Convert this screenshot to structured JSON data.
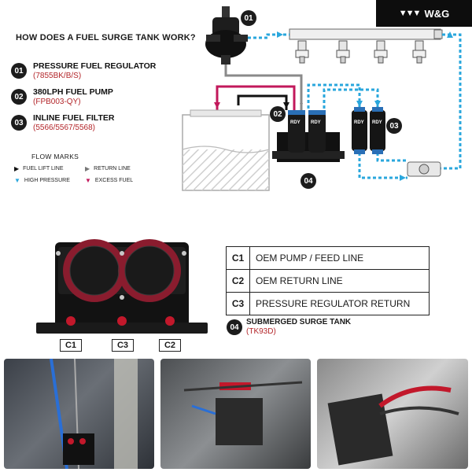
{
  "brand": {
    "text": "W&G"
  },
  "header": {
    "title": "HOW DOES A FUEL SURGE TANK WORK?"
  },
  "legend": [
    {
      "num": "01",
      "name": "PRESSURE FUEL REGULATOR",
      "code": "(7855BK/B/S)"
    },
    {
      "num": "02",
      "name": "380LPH FUEL PUMP",
      "code": "(FPB003-QY)"
    },
    {
      "num": "03",
      "name": "INLINE FUEL FILTER",
      "code": "(5566/5567/5568)"
    }
  ],
  "flow_marks": {
    "title": "FLOW MARKS",
    "items": [
      {
        "label": "FUEL LIFT LINE",
        "color": "#111111"
      },
      {
        "label": "RETURN LINE",
        "color": "#777777"
      },
      {
        "label": "HIGH PRESSURE",
        "color": "#2aa7dd"
      },
      {
        "label": "EXCESS FUEL",
        "color": "#c2185b"
      }
    ]
  },
  "diagram": {
    "badges": [
      "01",
      "02",
      "03",
      "04"
    ],
    "pump_brand": "RDY"
  },
  "connections_table": [
    {
      "code": "C1",
      "desc": "OEM PUMP / FEED LINE"
    },
    {
      "code": "C2",
      "desc": "OEM RETURN LINE"
    },
    {
      "code": "C3",
      "desc": "PRESSURE REGULATOR RETURN"
    }
  ],
  "tank": {
    "num": "04",
    "name": "SUBMERGED SURGE TANK",
    "code": "(TK93D)"
  },
  "tank_ports": [
    "C1",
    "C3",
    "C2"
  ],
  "colors": {
    "high_pressure": "#2aa7dd",
    "excess": "#c2185b",
    "return": "#777777",
    "lift": "#111111",
    "accent_red": "#b3262a"
  }
}
